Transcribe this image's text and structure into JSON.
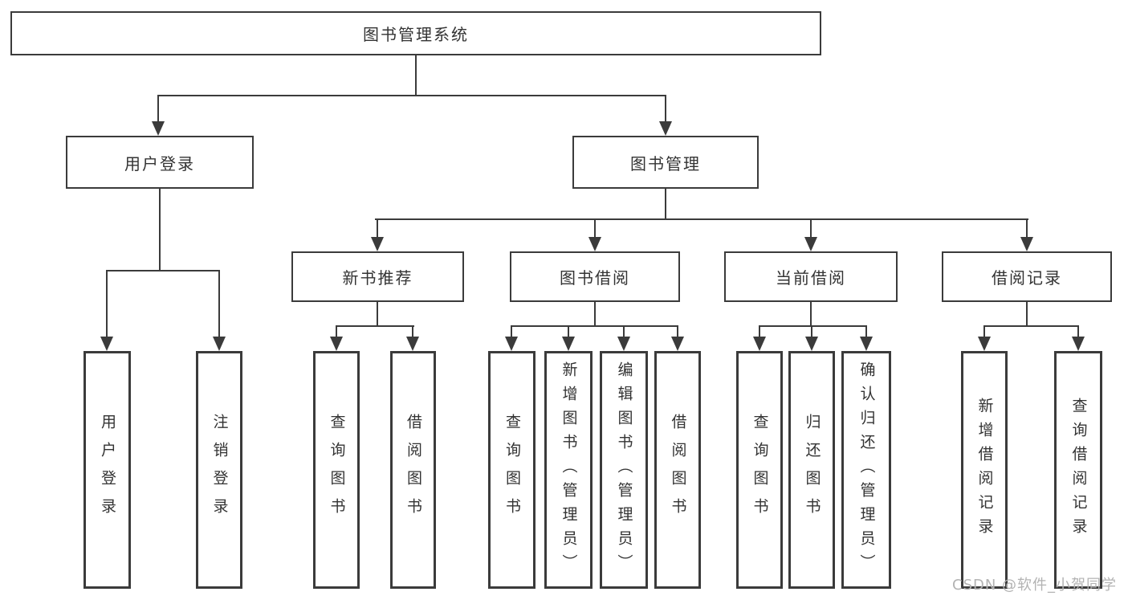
{
  "diagram": {
    "root": {
      "label": "图书管理系统"
    },
    "level2": [
      {
        "label": "用户登录"
      },
      {
        "label": "图书管理"
      }
    ],
    "level3": [
      {
        "label": "新书推荐"
      },
      {
        "label": "图书借阅"
      },
      {
        "label": "当前借阅"
      },
      {
        "label": "借阅记录"
      }
    ],
    "leaves": {
      "user_login": [
        "用户登录",
        "注销登录"
      ],
      "new_book": [
        "查询图书",
        "借阅图书"
      ],
      "book_borrow": [
        "查询图书",
        "新增图书（管理员）",
        "编辑图书（管理员）",
        "借阅图书"
      ],
      "current_borrow": [
        "查询图书",
        "归还图书",
        "确认归还（管理员）"
      ],
      "borrow_records": [
        "新增借阅记录",
        "查询借阅记录"
      ]
    }
  },
  "watermark": {
    "text": "CSDN @软件_小贺同学"
  },
  "colors": {
    "line": "#3b3b3b",
    "text": "#333333",
    "watermark": "#b3b3b3",
    "background": "#ffffff"
  }
}
